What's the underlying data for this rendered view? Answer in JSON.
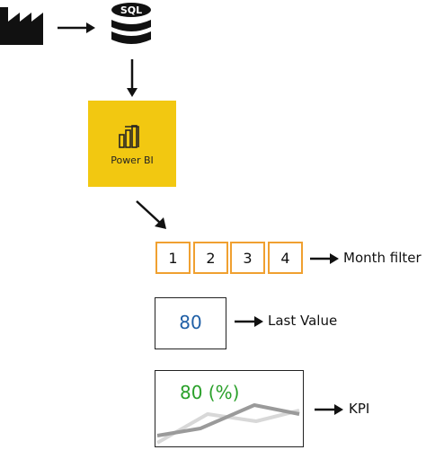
{
  "powerbi": {
    "label": "Power BI"
  },
  "database": {
    "label": "SQL"
  },
  "month_filter": {
    "months": [
      "1",
      "2",
      "3",
      "4"
    ],
    "label": "Month filter"
  },
  "last_value": {
    "value": "80",
    "label": "Last Value"
  },
  "kpi": {
    "value": "80 (%)",
    "label": "KPI"
  },
  "colors": {
    "powerbi_yellow": "#f2c811",
    "month_border": "#f0a030",
    "last_value_blue": "#1f5fa6",
    "kpi_green": "#2aa02a",
    "line_dark": "#9a9a9a",
    "line_light": "#d8d8d8"
  },
  "icons": [
    "factory-icon",
    "database-icon",
    "powerbi-icon",
    "arrow-icon"
  ]
}
